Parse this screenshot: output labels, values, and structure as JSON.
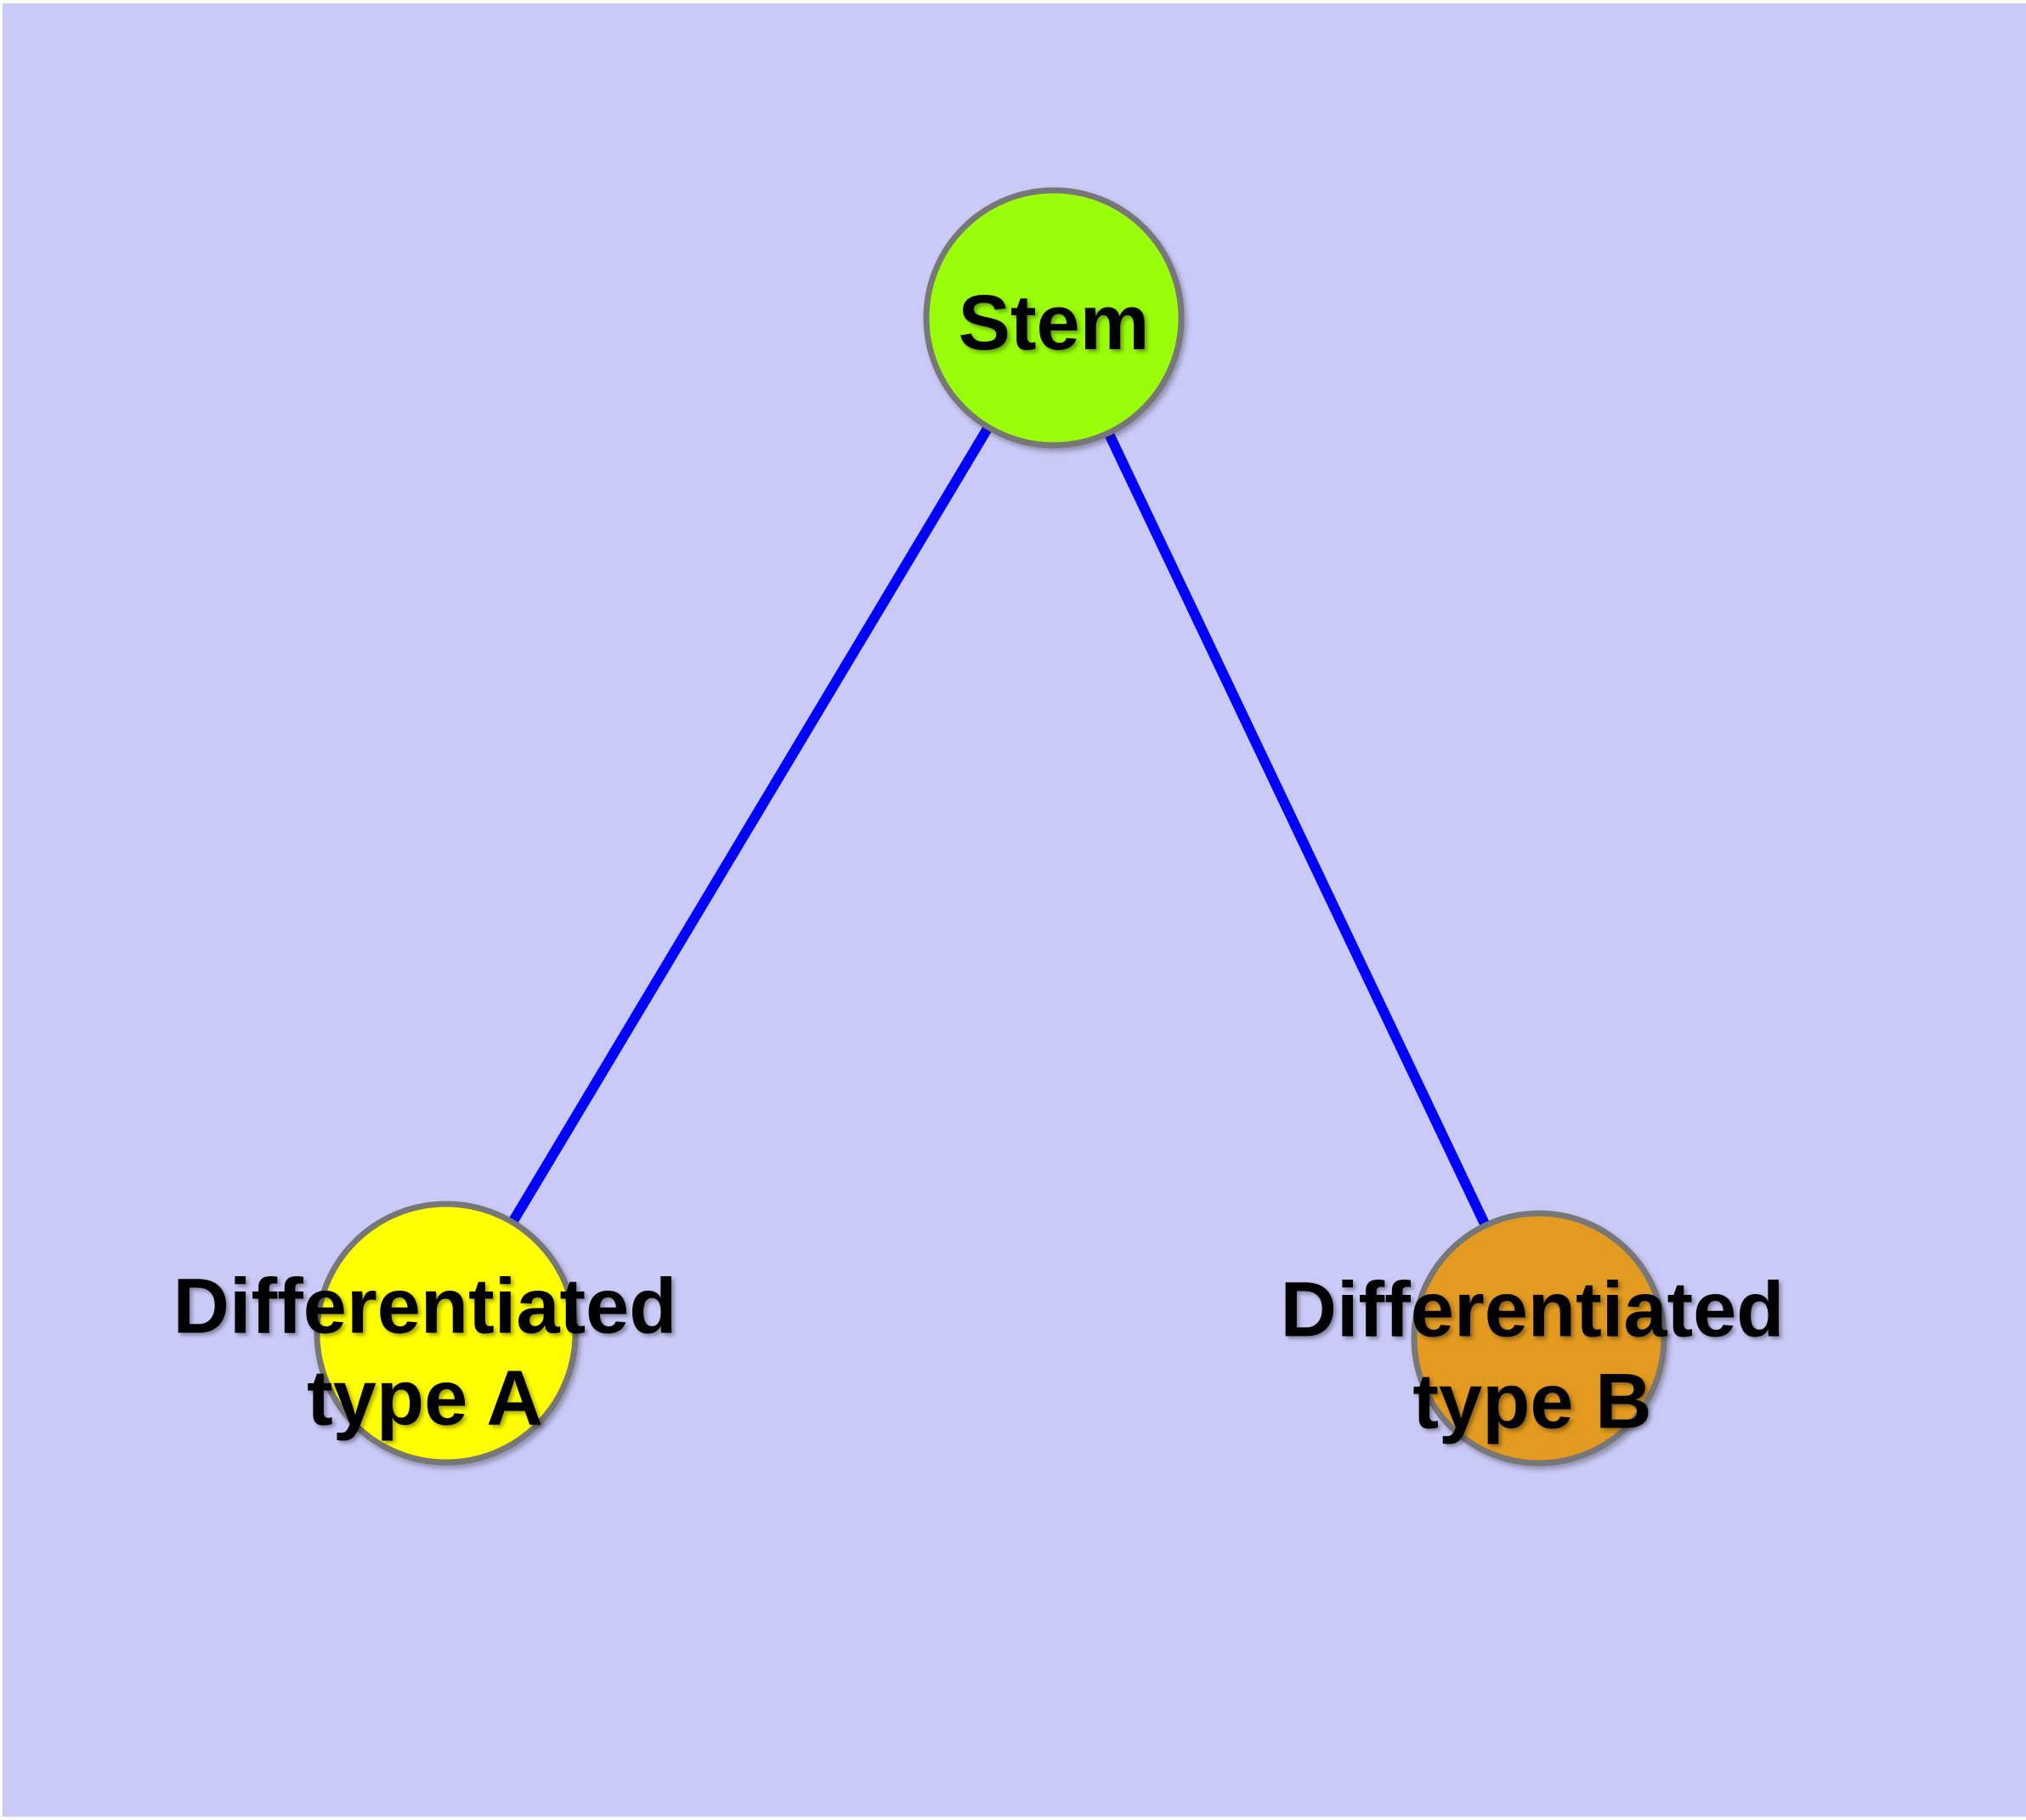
{
  "diagram": {
    "type": "node-link-graph",
    "background_color": "#CACAF8",
    "frame_color": "#FFFFFF",
    "edge_color": "#0000FF",
    "node_border_color": "#777777",
    "label_color": "#000000",
    "nodes": [
      {
        "id": "stem",
        "label": "Stem",
        "fill": "#9AFE0A"
      },
      {
        "id": "differentiated-type-a",
        "label": "Differentiated\ntype A",
        "fill": "#FFFF00"
      },
      {
        "id": "differentiated-type-b",
        "label": "Differentiated\ntype B",
        "fill": "#E29A20"
      }
    ],
    "edges": [
      {
        "from": "stem",
        "to": "differentiated-type-a"
      },
      {
        "from": "stem",
        "to": "differentiated-type-b"
      }
    ]
  }
}
